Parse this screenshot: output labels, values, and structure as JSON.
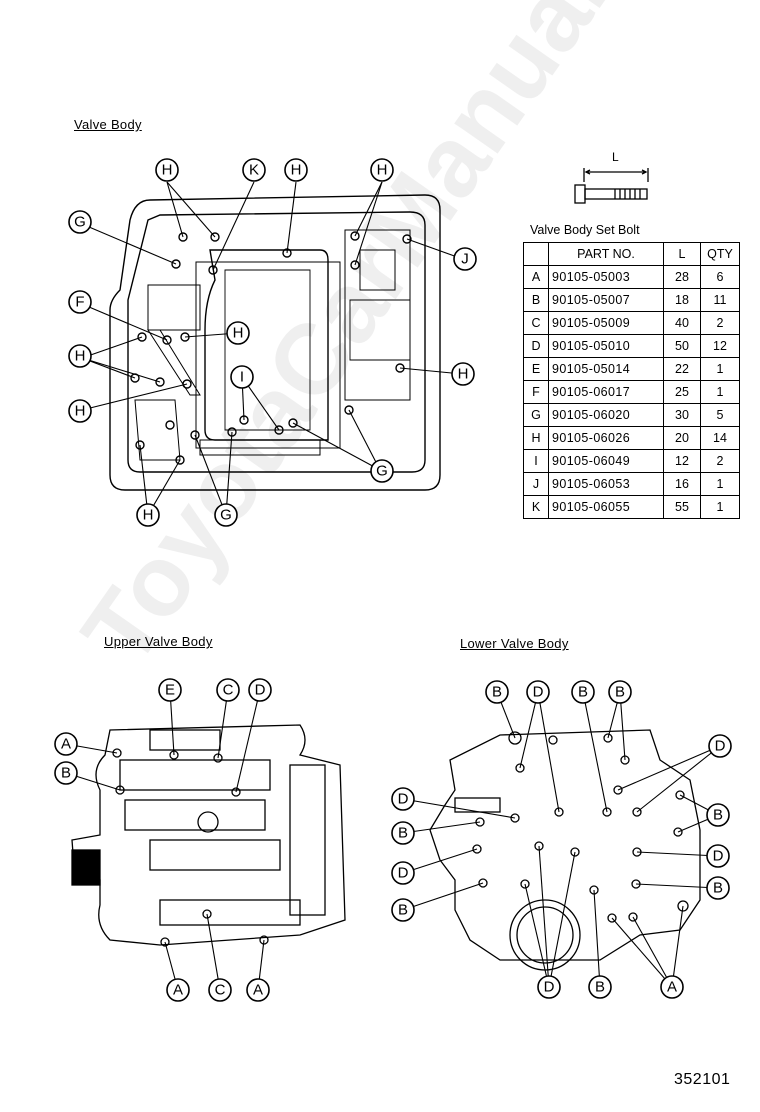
{
  "sections": {
    "valve_body": "Valve Body",
    "upper_valve_body": "Upper Valve Body",
    "lower_valve_body": "Lower Valve Body"
  },
  "bolt_length_label": "L",
  "table": {
    "title": "Valve Body Set Bolt",
    "headers": [
      "",
      "PART NO.",
      "L",
      "QTY"
    ],
    "rows": [
      {
        "code": "A",
        "part": "90105-05003",
        "L": "28",
        "qty": "6"
      },
      {
        "code": "B",
        "part": "90105-05007",
        "L": "18",
        "qty": "11"
      },
      {
        "code": "C",
        "part": "90105-05009",
        "L": "40",
        "qty": "2"
      },
      {
        "code": "D",
        "part": "90105-05010",
        "L": "50",
        "qty": "12"
      },
      {
        "code": "E",
        "part": "90105-05014",
        "L": "22",
        "qty": "1"
      },
      {
        "code": "F",
        "part": "90105-06017",
        "L": "25",
        "qty": "1"
      },
      {
        "code": "G",
        "part": "90105-06020",
        "L": "30",
        "qty": "5"
      },
      {
        "code": "H",
        "part": "90105-06026",
        "L": "20",
        "qty": "14"
      },
      {
        "code": "I",
        "part": "90105-06049",
        "L": "12",
        "qty": "2"
      },
      {
        "code": "J",
        "part": "90105-06053",
        "L": "16",
        "qty": "1"
      },
      {
        "code": "K",
        "part": "90105-06055",
        "L": "55",
        "qty": "1"
      }
    ]
  },
  "callouts": {
    "valve_body": [
      "H",
      "K",
      "H",
      "H",
      "G",
      "J",
      "F",
      "H",
      "H",
      "H",
      "H",
      "I",
      "G",
      "H",
      "G"
    ],
    "upper_valve_body": [
      "E",
      "C",
      "D",
      "A",
      "B",
      "A",
      "C",
      "A"
    ],
    "lower_valve_body": [
      "B",
      "D",
      "B",
      "B",
      "D",
      "D",
      "B",
      "D",
      "B",
      "D",
      "B",
      "B",
      "D",
      "B",
      "A"
    ]
  },
  "watermark": "ToyotaCarManual.ru",
  "figure_id": "352101"
}
